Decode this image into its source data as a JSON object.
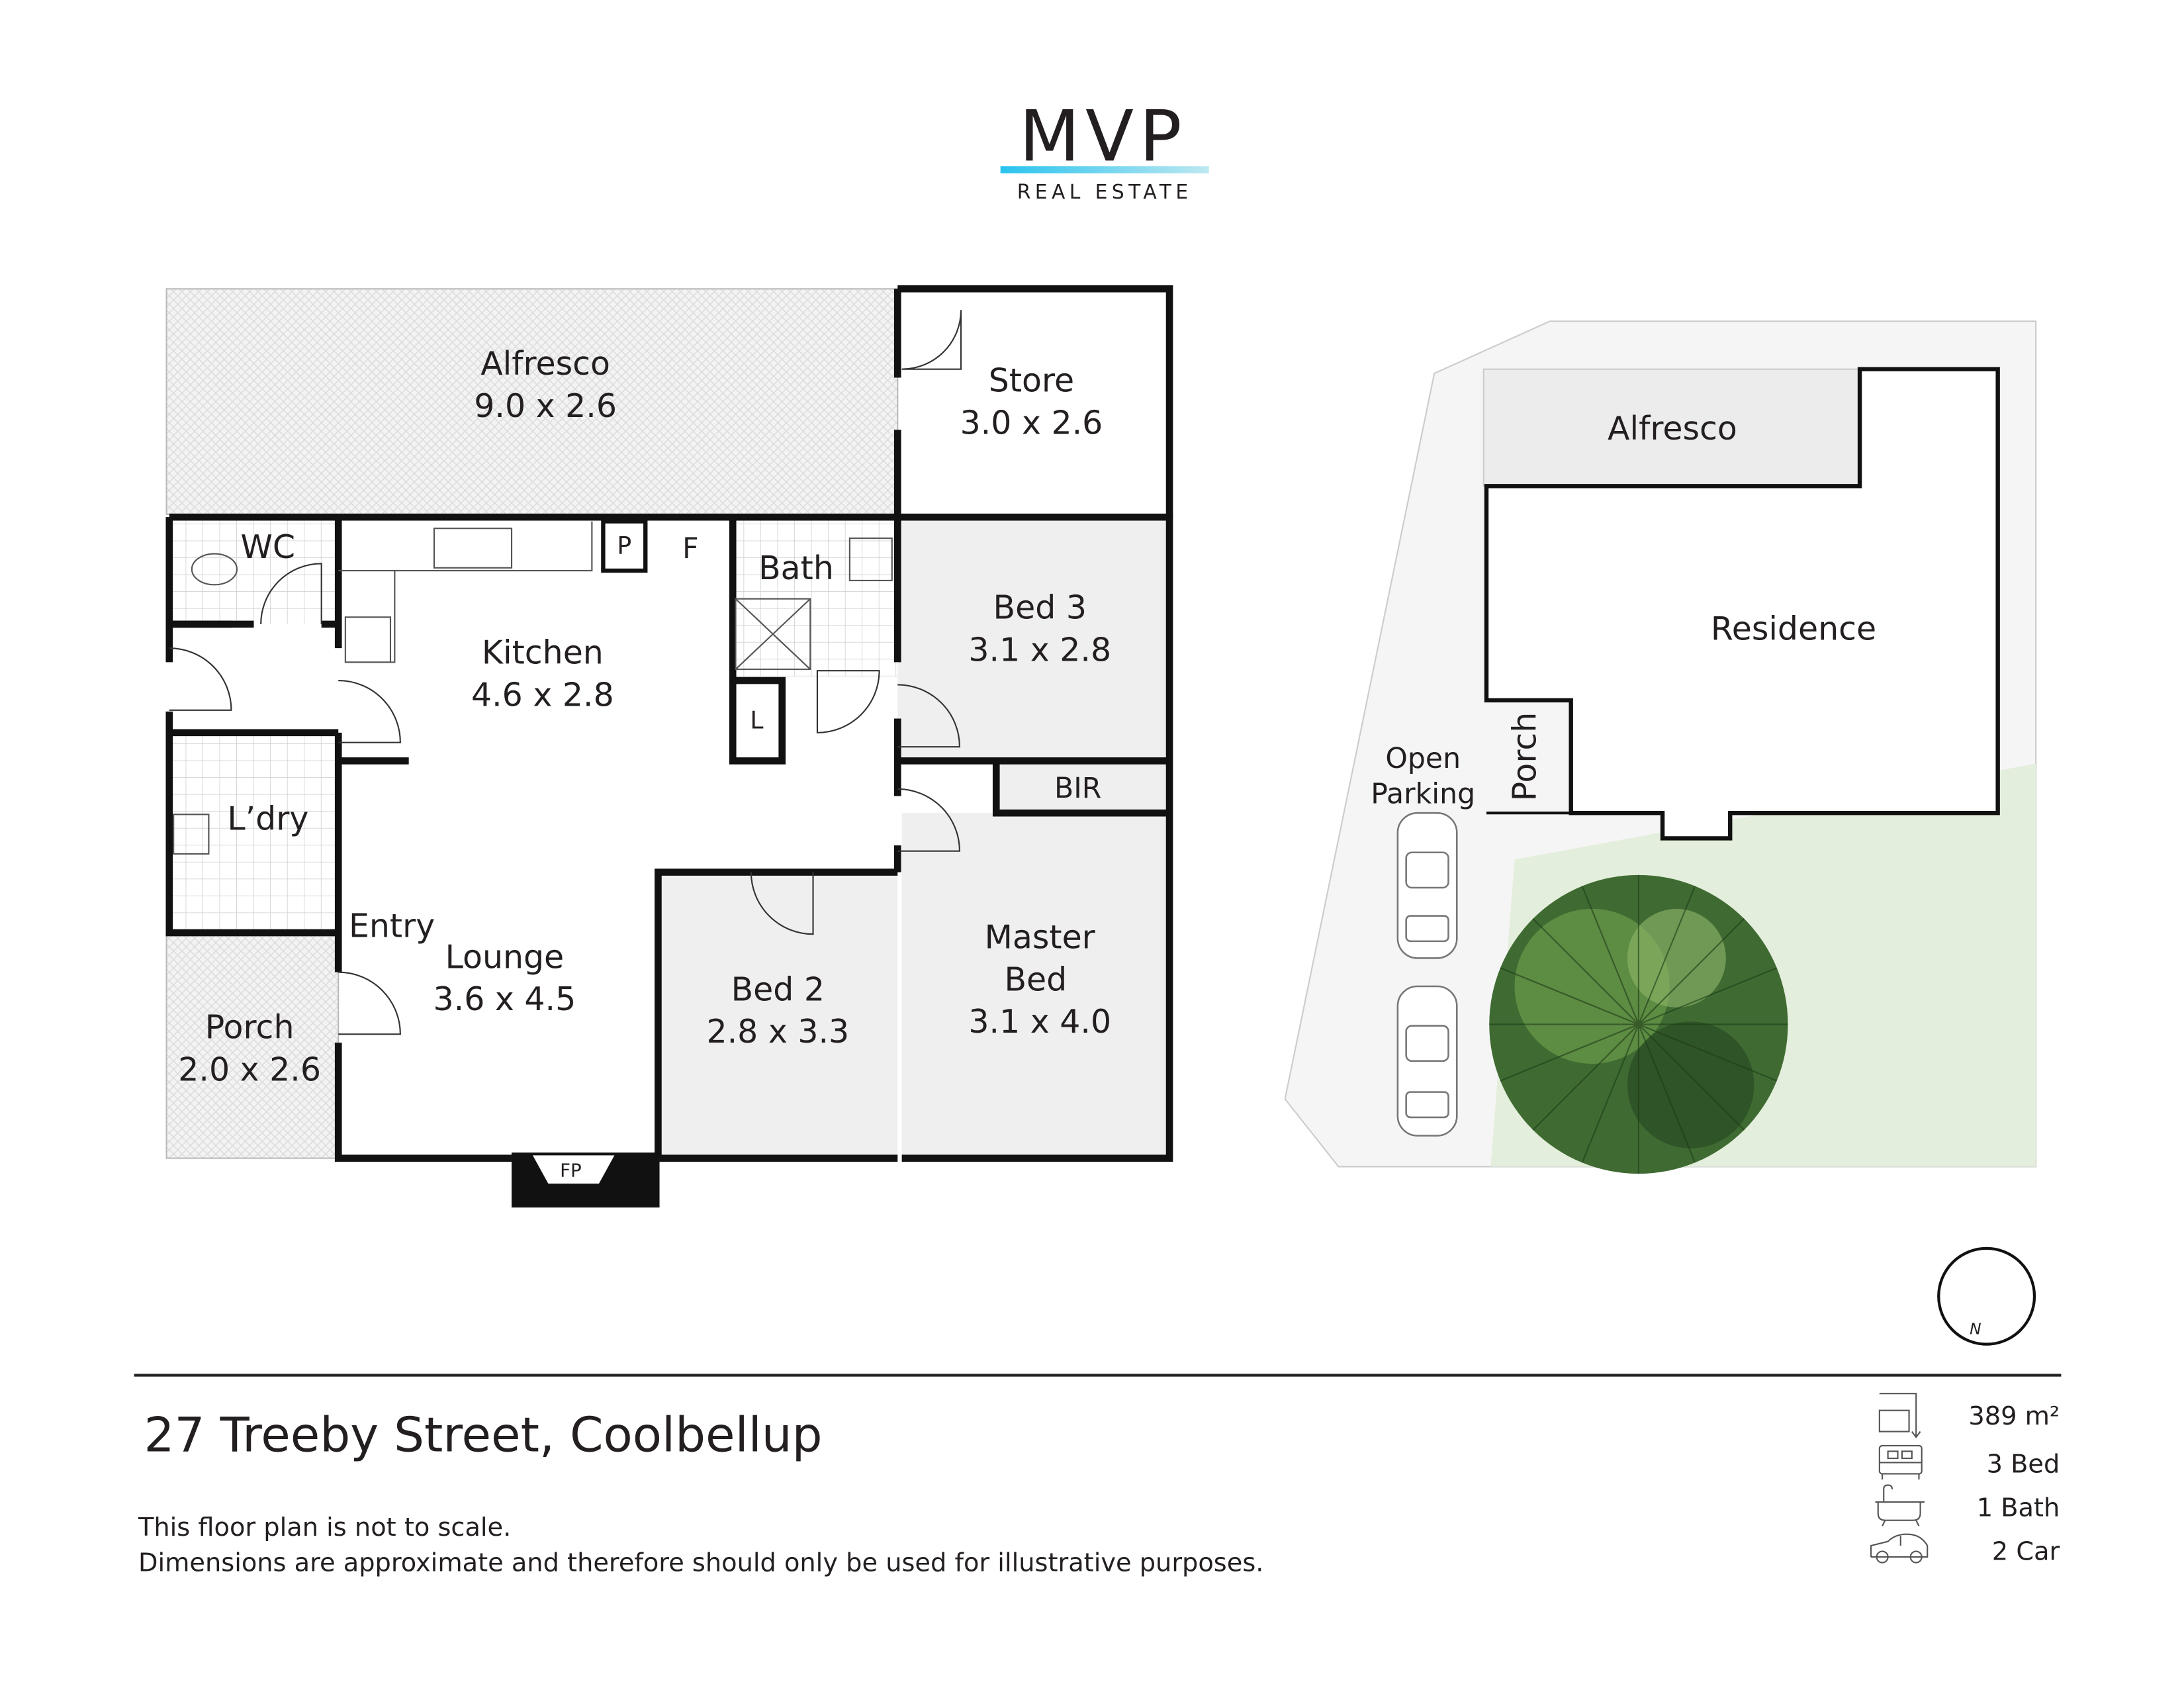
{
  "logo": {
    "brand": "MVP",
    "tagline": "REAL ESTATE",
    "accent": "#29c3ee"
  },
  "floor_plan": {
    "rooms": {
      "alfresco": {
        "name": "Alfresco",
        "size": "9.0 x 2.6"
      },
      "store": {
        "name": "Store",
        "size": "3.0 x 2.6"
      },
      "wc": {
        "name": "WC"
      },
      "kitchen": {
        "name": "Kitchen",
        "size": "4.6 x 2.8"
      },
      "pantry": {
        "name": "P"
      },
      "fridge": {
        "name": "F"
      },
      "bath": {
        "name": "Bath"
      },
      "linen": {
        "name": "L"
      },
      "bed3": {
        "name": "Bed 3",
        "size": "3.1 x 2.8"
      },
      "bir": {
        "name": "BIR"
      },
      "laundry": {
        "name": "L’dry"
      },
      "entry": {
        "name": "Entry"
      },
      "lounge": {
        "name": "Lounge",
        "size": "3.6 x 4.5"
      },
      "bed2": {
        "name": "Bed 2",
        "size": "2.8 x 3.3"
      },
      "master": {
        "name1": "Master",
        "name2": "Bed",
        "size": "3.1 x 4.0"
      },
      "porch": {
        "name": "Porch",
        "size": "2.0 x 2.6"
      },
      "fireplace": {
        "name": "FP"
      }
    }
  },
  "site_plan": {
    "alfresco": "Alfresco",
    "residence": "Residence",
    "porch": "Porch",
    "parking1": "Open",
    "parking2": "Parking",
    "lawn_color": "#e4eedc"
  },
  "compass": {
    "label": "N"
  },
  "address": "27 Treeby Street, Coolbellup",
  "disclaimer": {
    "line1": "This floor plan is not to scale.",
    "line2": "Dimensions are approximate and therefore should only be used for illustrative purposes."
  },
  "stats": [
    {
      "icon": "land-area-icon",
      "label": "389 m²"
    },
    {
      "icon": "bed-icon",
      "label": "3 Bed"
    },
    {
      "icon": "bath-icon",
      "label": "1 Bath"
    },
    {
      "icon": "car-icon",
      "label": "2 Car"
    }
  ]
}
